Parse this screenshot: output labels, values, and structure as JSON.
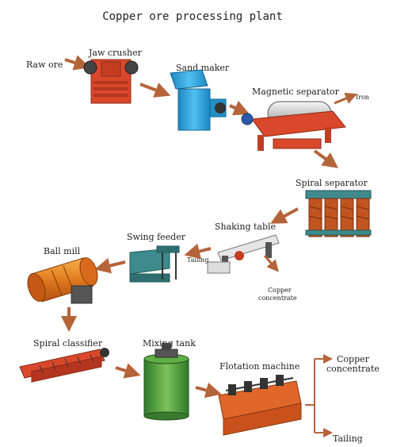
{
  "title": "Copper ore processing plant",
  "labels": {
    "raw_ore": "Raw ore",
    "jaw_crusher": "Jaw crusher",
    "sand_maker": "Sand maker",
    "magnetic_separator": "Magnetic separator",
    "iron": "Iron",
    "spiral_separator": "Spiral separator",
    "shaking_table": "Shaking table",
    "tailing_shaking": "Tailing",
    "copper_concentrate_shaking": [
      "Copper",
      "concentrate"
    ],
    "swing_feeder": "Swing feeder",
    "ball_mill": "Ball mill",
    "spiral_classifier": "Spiral classifier",
    "mixing_tank": "Mixing tank",
    "flotation_machine": "Flotation machine",
    "copper_concentrate_final": [
      "Copper",
      "concentrate"
    ],
    "tailing_final": "Tailing"
  },
  "colors": {
    "arrow": "#b5643a",
    "machine_red": "#d9482b",
    "machine_orange": "#e0662a",
    "machine_blue": "#2aa3db",
    "machine_green": "#4f9a3a",
    "machine_teal": "#3e8a8c",
    "flowline": "#b5643a"
  }
}
